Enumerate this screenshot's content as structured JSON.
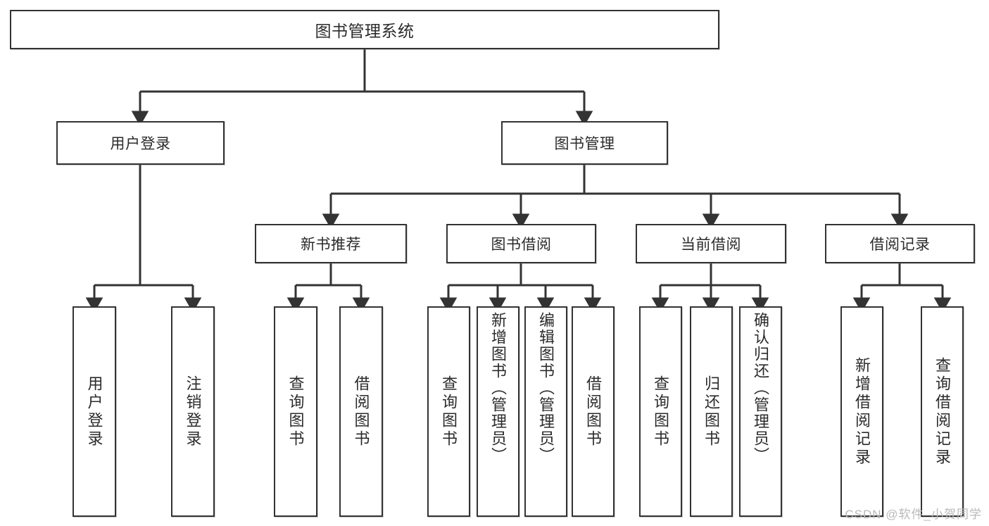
{
  "diagram": {
    "title": "图书管理系统",
    "watermark": "CSDN @软件_小贺同学",
    "style": {
      "line_color": "#333333",
      "box_border_color": "#333333",
      "box_fill": "#ffffff",
      "text_color": "#2b2b2b",
      "watermark_color": "#b9b9b9"
    },
    "root": {
      "label": "图书管理系统"
    },
    "level1": [
      {
        "label": "用户登录"
      },
      {
        "label": "图书管理"
      }
    ],
    "level2": [
      {
        "label": "新书推荐"
      },
      {
        "label": "图书借阅"
      },
      {
        "label": "当前借阅"
      },
      {
        "label": "借阅记录"
      }
    ],
    "leaves": {
      "user_login": [
        {
          "label": "用户登录"
        },
        {
          "label": "注销登录"
        }
      ],
      "new_book_recommend": [
        {
          "label": "查询图书"
        },
        {
          "label": "借阅图书"
        }
      ],
      "book_borrow": [
        {
          "label": "查询图书"
        },
        {
          "label": "新增图书（管理员）"
        },
        {
          "label": "编辑图书（管理员）"
        },
        {
          "label": "借阅图书"
        }
      ],
      "current_borrow": [
        {
          "label": "查询图书"
        },
        {
          "label": "归还图书"
        },
        {
          "label": "确认归还（管理员）"
        }
      ],
      "borrow_record": [
        {
          "label": "新增借阅记录"
        },
        {
          "label": "查询借阅记录"
        }
      ]
    }
  }
}
